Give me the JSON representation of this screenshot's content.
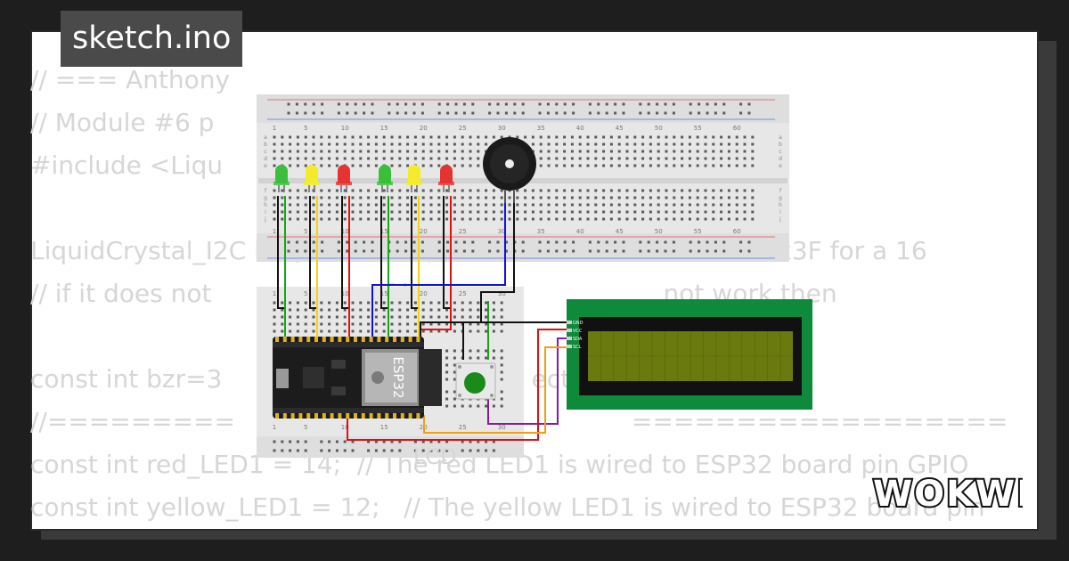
{
  "tab": {
    "filename": "sketch.ino"
  },
  "code_lines": [
    "// === Anthony",
    "// Module #6 p",
    "#include <Liqu",
    "",
    "LiquidCrystal_I2C lcd(0x27,16,2); //set the LCD address to 0x3F for a 16",
    "// if it does not                     if h                               not work then",
    "",
    "const int bzr=3                                       ect the Buzzer",
    "//=========                                                  ==================",
    "const int red_LED1 = 14;  // The red LED1 is wired to ESP32 board pin GPIO",
    "const int yellow_LED1 = 12;   // The yellow LED1 is wired to ESP32 board pin"
  ],
  "circuit": {
    "mcu_label": "ESP32",
    "lcd_pins": [
      "GND",
      "VCC",
      "SDA",
      "SCL"
    ],
    "breadboard_columns": [
      "1",
      "5",
      "10",
      "15",
      "20",
      "25",
      "30",
      "35",
      "40",
      "45",
      "50",
      "55",
      "60"
    ],
    "mini_breadboard_columns": [
      "1",
      "5",
      "10",
      "15",
      "20",
      "25",
      "30"
    ],
    "row_letters_top": [
      "a",
      "b",
      "c",
      "d",
      "e"
    ],
    "row_letters_bottom": [
      "f",
      "g",
      "h",
      "i",
      "j"
    ],
    "code_overlay_fragment": "LCD",
    "leds": [
      {
        "color": "green",
        "hex": "#3bbf3b"
      },
      {
        "color": "yellow",
        "hex": "#f4ec2a"
      },
      {
        "color": "red",
        "hex": "#e53232"
      },
      {
        "color": "green",
        "hex": "#3bbf3b"
      },
      {
        "color": "yellow",
        "hex": "#f4ec2a"
      },
      {
        "color": "red",
        "hex": "#e53232"
      }
    ],
    "wire_colors": {
      "black": "#111111",
      "green": "#16a616",
      "yellow": "#f2d40a",
      "red": "#e01010",
      "blue": "#1010e0",
      "purple": "#8a1a9a",
      "orange": "#f0a010"
    }
  },
  "branding": {
    "logo": "WOKWI"
  }
}
